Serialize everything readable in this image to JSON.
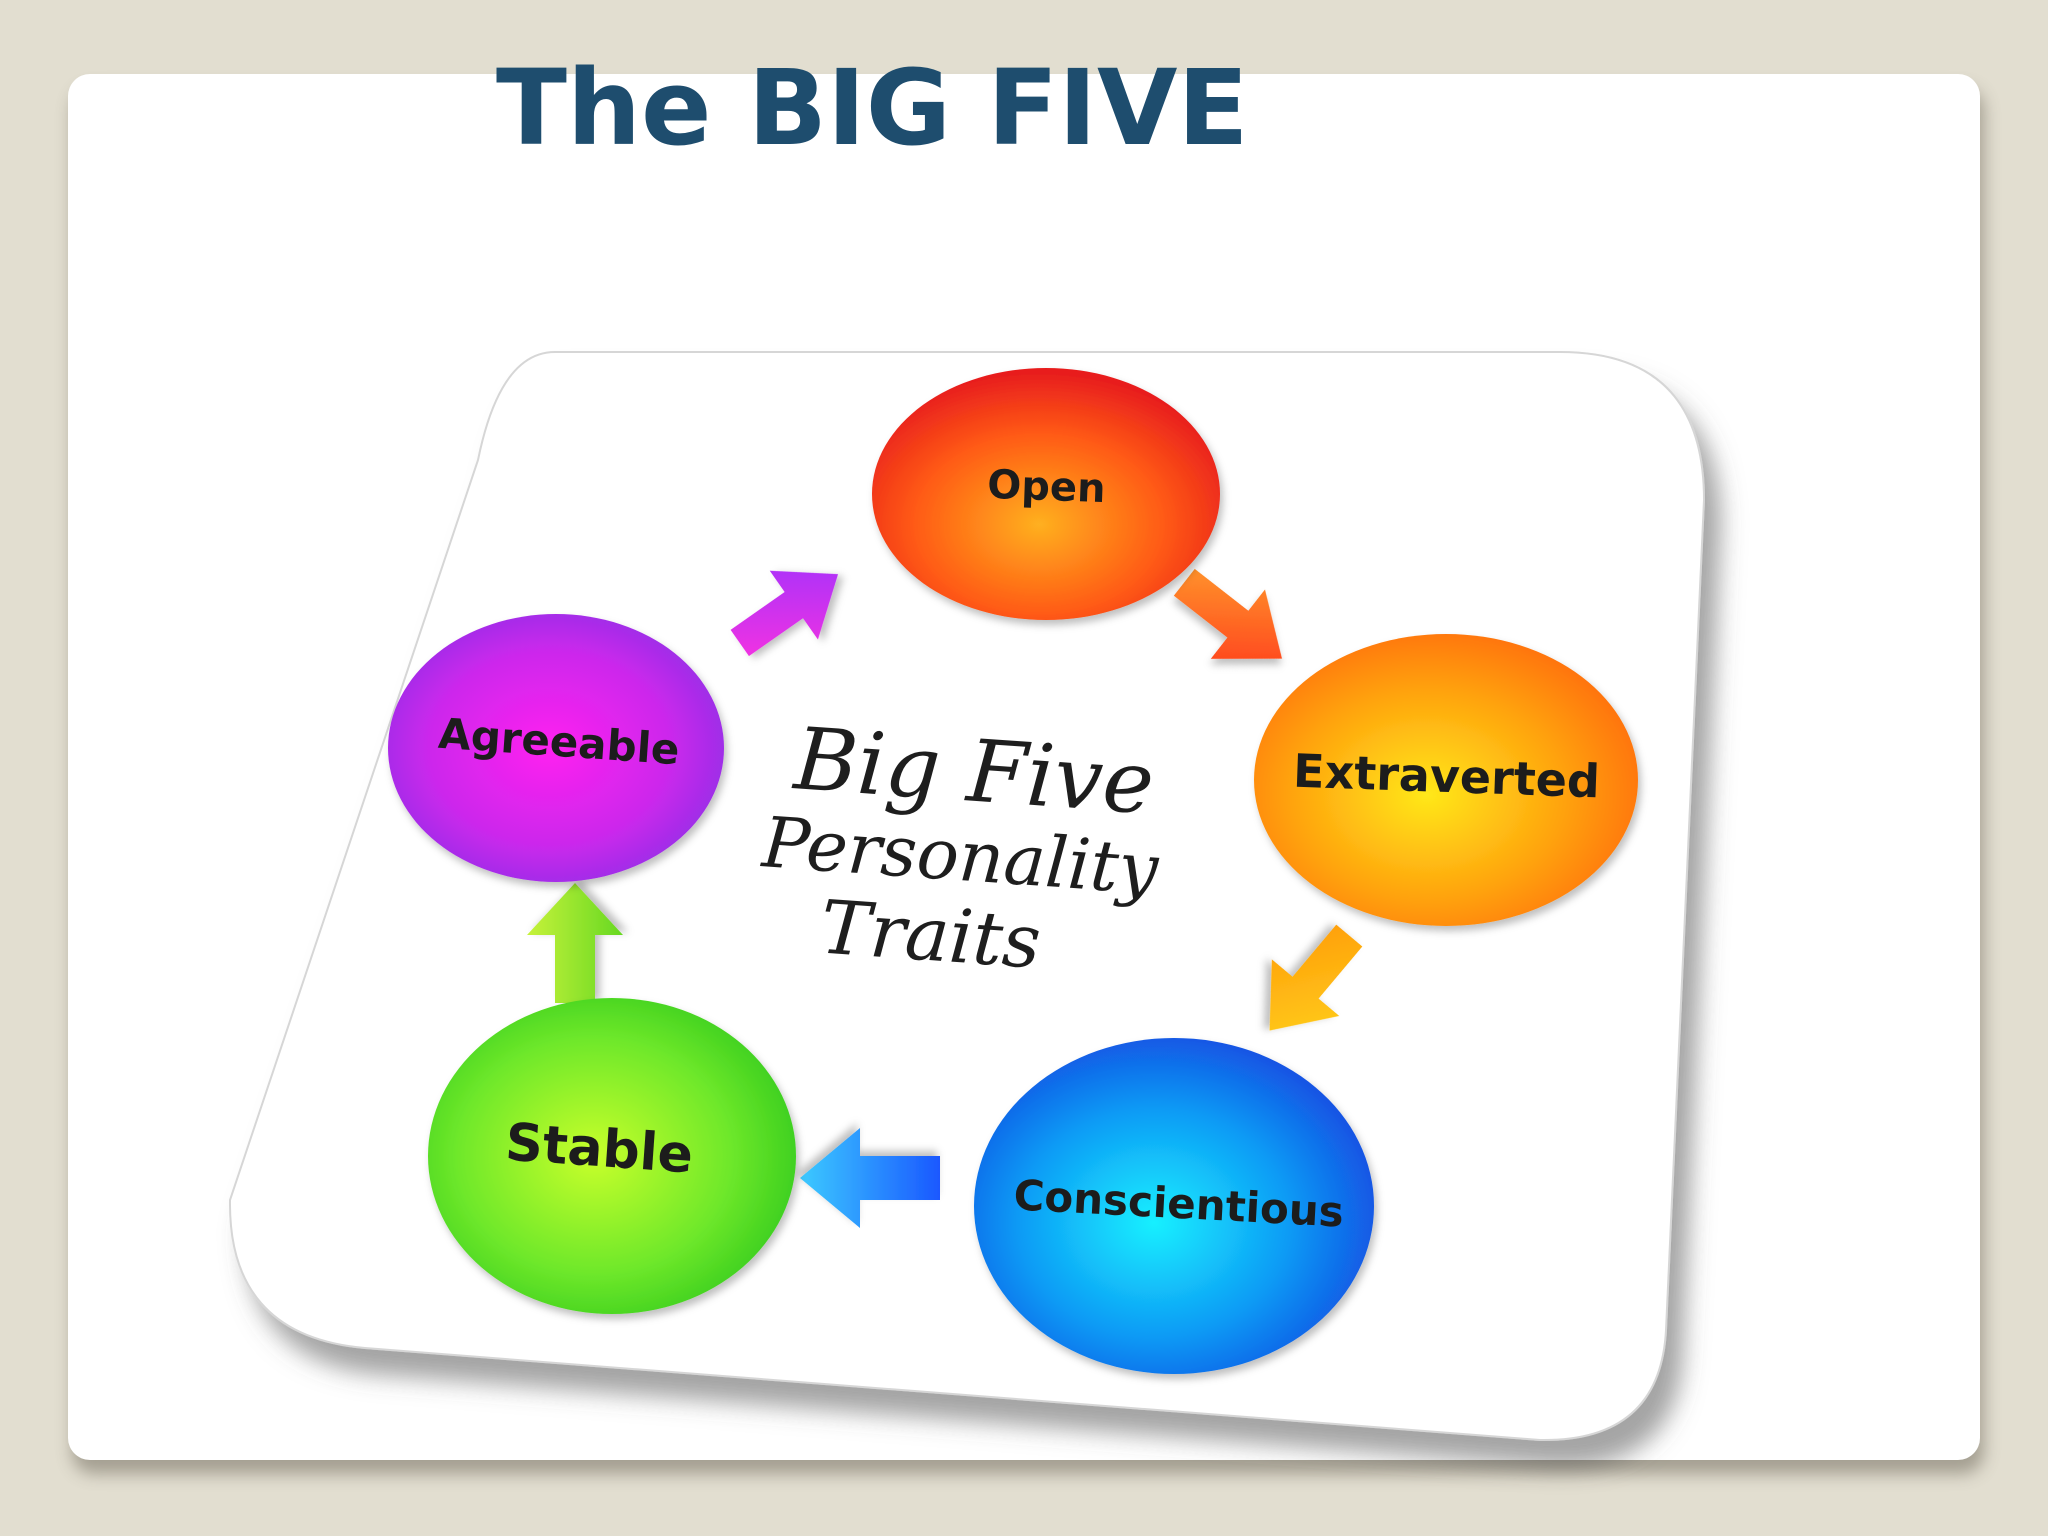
{
  "slide": {
    "title": "The BIG FIVE"
  },
  "diagram": {
    "center_lines": [
      "Big Five",
      "Personality",
      "Traits"
    ],
    "nodes": [
      {
        "label": "Open",
        "icon": "circle-node",
        "color_light": "#ff9a3c",
        "color_dark": "#e81e1e"
      },
      {
        "label": "Extraverted",
        "icon": "circle-node",
        "color_light": "#ffe11a",
        "color_dark": "#ff7d0a"
      },
      {
        "label": "Conscientious",
        "icon": "circle-node",
        "color_light": "#00e5ff",
        "color_dark": "#1456e8"
      },
      {
        "label": "Stable",
        "icon": "circle-node",
        "color_light": "#b6ff2a",
        "color_dark": "#3fd21c"
      },
      {
        "label": "Agreeable",
        "icon": "circle-node",
        "color_light": "#ff2ee6",
        "color_dark": "#9a2ee8"
      }
    ],
    "arrows": [
      {
        "from": "Agreeable",
        "to": "Open",
        "icon": "arrow-icon",
        "color_a": "#ff33dd",
        "color_b": "#9b30ff"
      },
      {
        "from": "Open",
        "to": "Extraverted",
        "icon": "arrow-icon",
        "color_a": "#ff9d2e",
        "color_b": "#ff3a1a"
      },
      {
        "from": "Extraverted",
        "to": "Conscientious",
        "icon": "arrow-icon",
        "color_a": "#ffcf1a",
        "color_b": "#ff9a0a"
      },
      {
        "from": "Conscientious",
        "to": "Stable",
        "icon": "arrow-icon",
        "color_a": "#2fbfff",
        "color_b": "#1a5cff"
      },
      {
        "from": "Stable",
        "to": "Agreeable",
        "icon": "arrow-icon",
        "color_a": "#7be82a",
        "color_b": "#b4f03a"
      }
    ]
  }
}
